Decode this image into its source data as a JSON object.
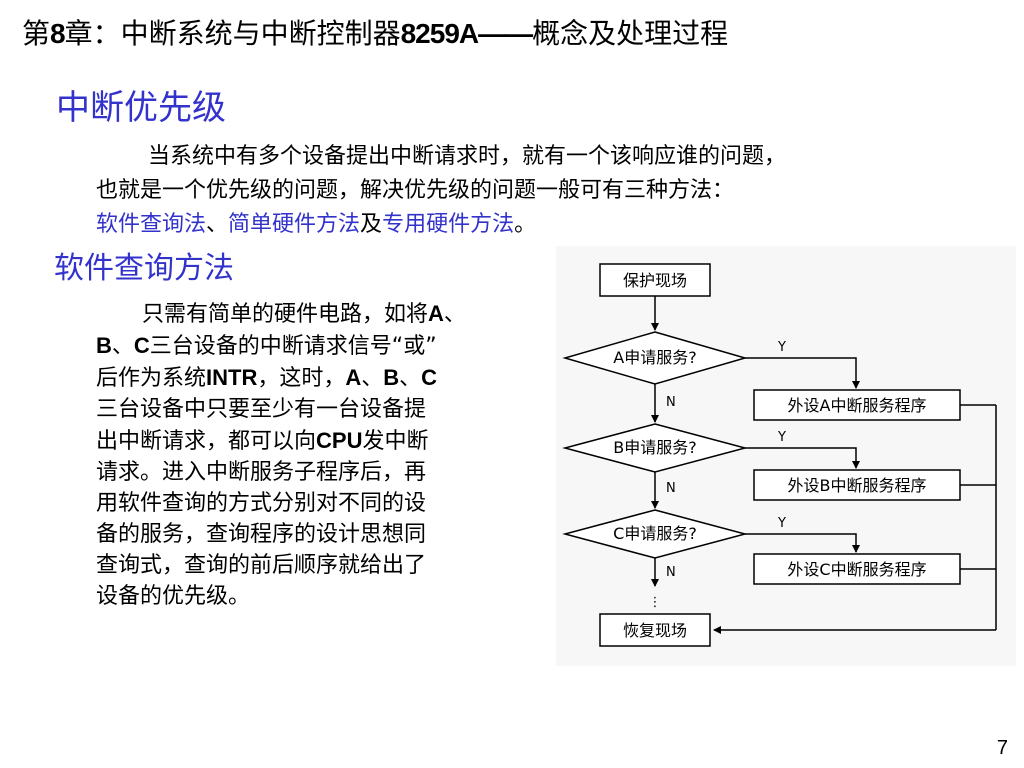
{
  "title": {
    "part1": "第",
    "chapter_num": "8",
    "part2": "章：中断系统与中断控制器",
    "chip": "8259A",
    "dash": "——",
    "part3": "概念及处理过程"
  },
  "heading1": "中断优先级",
  "para1": {
    "line1": "当系统中有多个设备提出中断请求时，就有一个该响应谁的问题，",
    "line2": "也就是一个优先级的问题，解决优先级的问题一般可有三种方法：",
    "method1": "软件查询法",
    "sep1": "、",
    "method2": "简单硬件方法",
    "sep2": "及",
    "method3": "专用硬件方法",
    "end": "。"
  },
  "heading2": "软件查询方法",
  "para2": {
    "l1a": "只需有简单的硬件电路，如将",
    "l1b": "A",
    "l1c": "、",
    "l2a": "B",
    "l2b": "、",
    "l2c": "C",
    "l2d": "三台设备的中断请求信号“或”",
    "l3a": "后作为系统",
    "l3b": "INTR",
    "l3c": "，这时，",
    "l3d": "A",
    "l3e": "、",
    "l3f": "B",
    "l3g": "、",
    "l3h": "C",
    "l4": "三台设备中只要至少有一台设备提",
    "l5a": "出中断请求，都可以向",
    "l5b": "CPU",
    "l5c": "发中断",
    "l6": "请求。进入中断服务子程序后，再",
    "l7": "用软件查询的方式分别对不同的设",
    "l8": "备的服务，查询程序的设计思想同",
    "l9": "查询式，查询的前后顺序就给出了",
    "l10": "设备的优先级。"
  },
  "flowchart": {
    "start": "保护现场",
    "decisionA": "A申请服务?",
    "decisionB": "B申请服务?",
    "decisionC": "C申请服务?",
    "serviceA": "外设A中断服务程序",
    "serviceB": "外设B中断服务程序",
    "serviceC": "外设C中断服务程序",
    "yes": "Y",
    "no": "N",
    "ellipsis": "⋮",
    "end": "恢复现场"
  },
  "page_number": "7"
}
